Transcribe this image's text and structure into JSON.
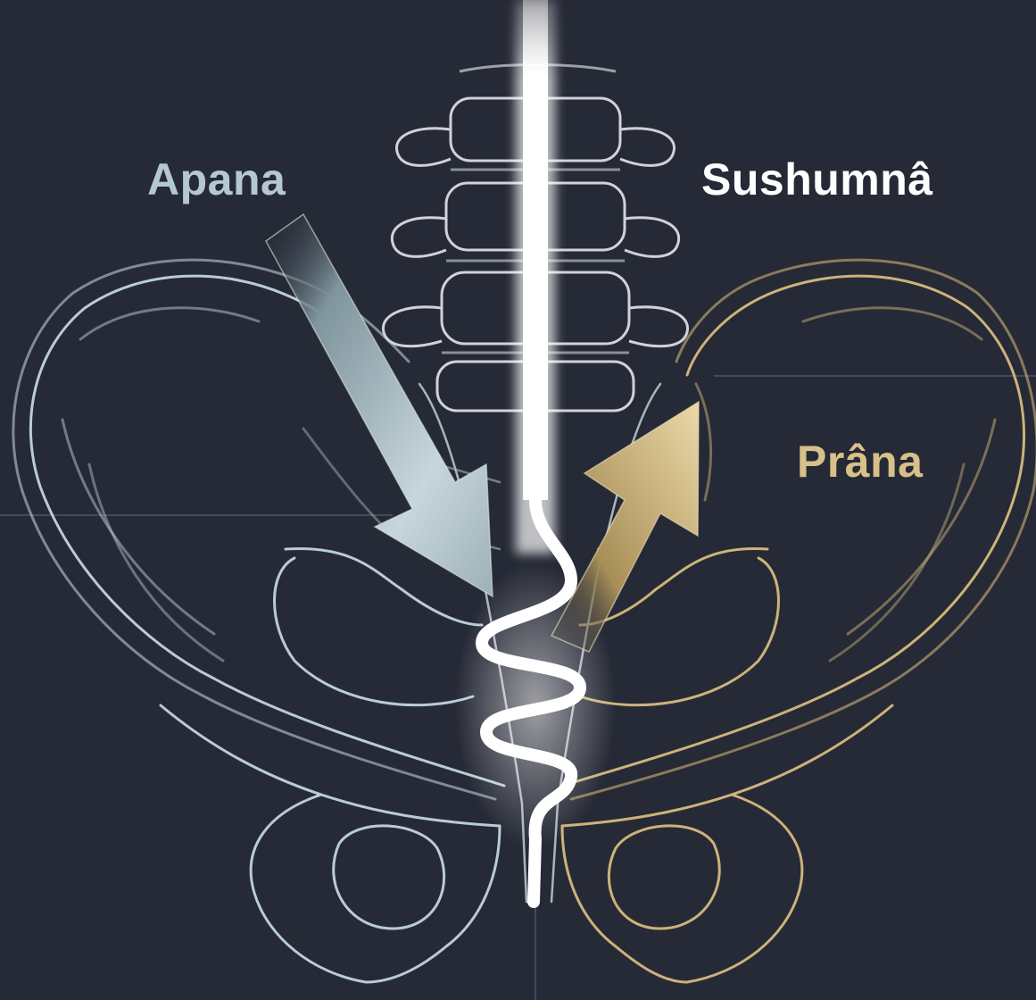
{
  "labels": {
    "apana": "Apana",
    "sushumna": "Sushumnâ",
    "prana": "Prâna"
  },
  "colors": {
    "background": "#262a36",
    "apana": "#b4c8d0",
    "sushumna": "#ffffff",
    "prana": "#d8c08a",
    "bone_left": "#b9ccd6",
    "bone_right": "#cdb27a",
    "spine": "#cfd3d8"
  },
  "icons": {
    "apana_arrow": "arrow-down-right-icon",
    "prana_arrow": "arrow-up-right-icon",
    "channel": "spiral-channel-icon"
  }
}
